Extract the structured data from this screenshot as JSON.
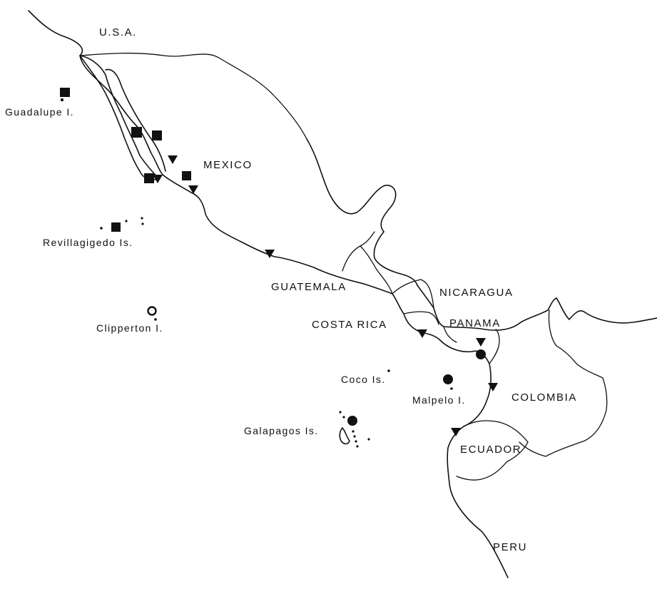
{
  "labels": {
    "usa": "U.S.A.",
    "mexico": "MEXICO",
    "guatemala": "GUATEMALA",
    "nicaragua": "NICARAGUA",
    "costa_rica": "COSTA RICA",
    "panama": "PANAMA",
    "colombia": "COLOMBIA",
    "ecuador": "ECUADOR",
    "peru": "PERU",
    "guadalupe": "Guadalupe I.",
    "revillagigedo": "Revillagigedo Is.",
    "clipperton": "Clipperton I.",
    "coco": "Coco Is.",
    "malpelo": "Malpelo I.",
    "galapagos": "Galapagos Is."
  },
  "marker_types": {
    "square": "filled-square",
    "triangle": "filled-inverted-triangle",
    "circle": "filled-circle",
    "open_circle": "open-circle"
  },
  "colors": {
    "ink": "#111111",
    "background": "#ffffff"
  }
}
